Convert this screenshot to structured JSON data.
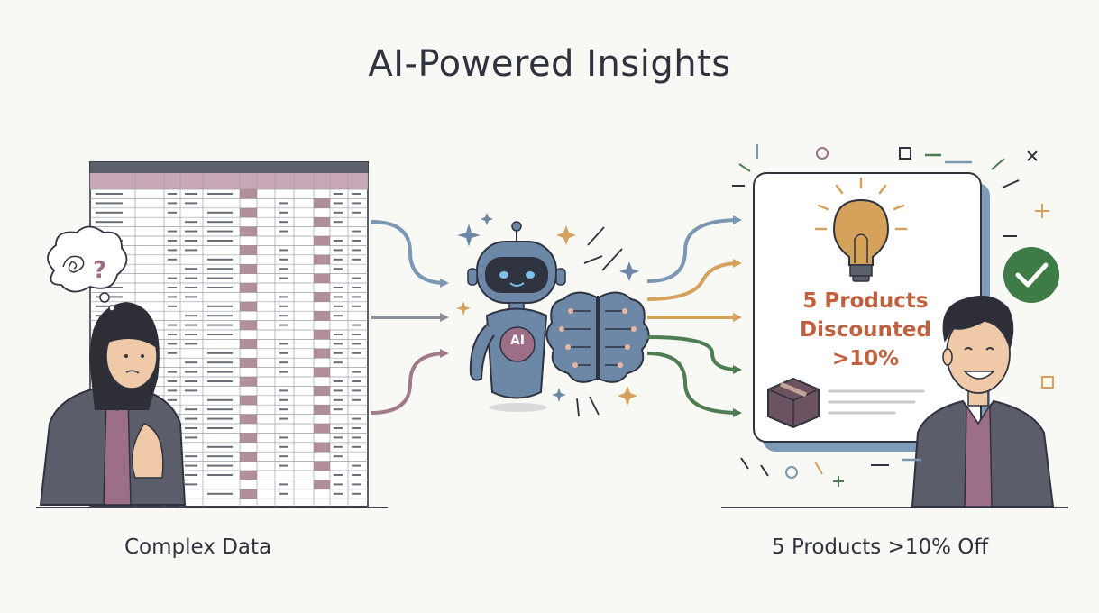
{
  "title": "AI-Powered Insights",
  "captions": {
    "left": "Complex Data",
    "right": "5 Products >10% Off"
  },
  "card": {
    "line1": "5 Products",
    "line2": "Discounted",
    "line3": ">10%"
  },
  "robot_label": "AI",
  "icons": {
    "left_person": "confused-person-icon",
    "spreadsheet": "spreadsheet-icon",
    "robot": "robot-icon",
    "brain": "brain-circuit-icon",
    "lightbulb": "lightbulb-icon",
    "box": "package-box-icon",
    "check": "checkmark-badge-icon",
    "right_person": "happy-person-icon"
  },
  "colors": {
    "accent_orange": "#c0603f",
    "arrow_blue": "#7b97b3",
    "arrow_gray": "#8a8f99",
    "arrow_mauve": "#a37a89",
    "arrow_gold": "#d4a25a",
    "arrow_green": "#4e7d52",
    "check_green": "#3e7b47",
    "robot_blue": "#6d88a7"
  }
}
